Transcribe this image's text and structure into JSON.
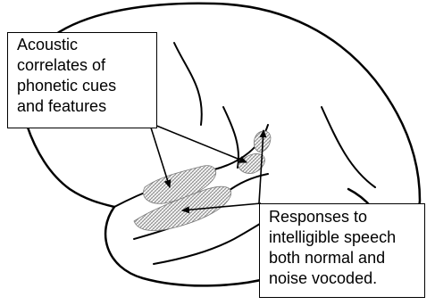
{
  "callouts": {
    "acoustic": {
      "lines": [
        "Acoustic",
        "correlates of",
        "phonetic cues",
        "and features"
      ]
    },
    "responses": {
      "lines": [
        "Responses to",
        "intelligible speech",
        "both normal and",
        "noise vocoded."
      ]
    }
  },
  "colors": {
    "outline": "#000000",
    "hatch": "#9a9a9a",
    "background": "#ffffff"
  }
}
